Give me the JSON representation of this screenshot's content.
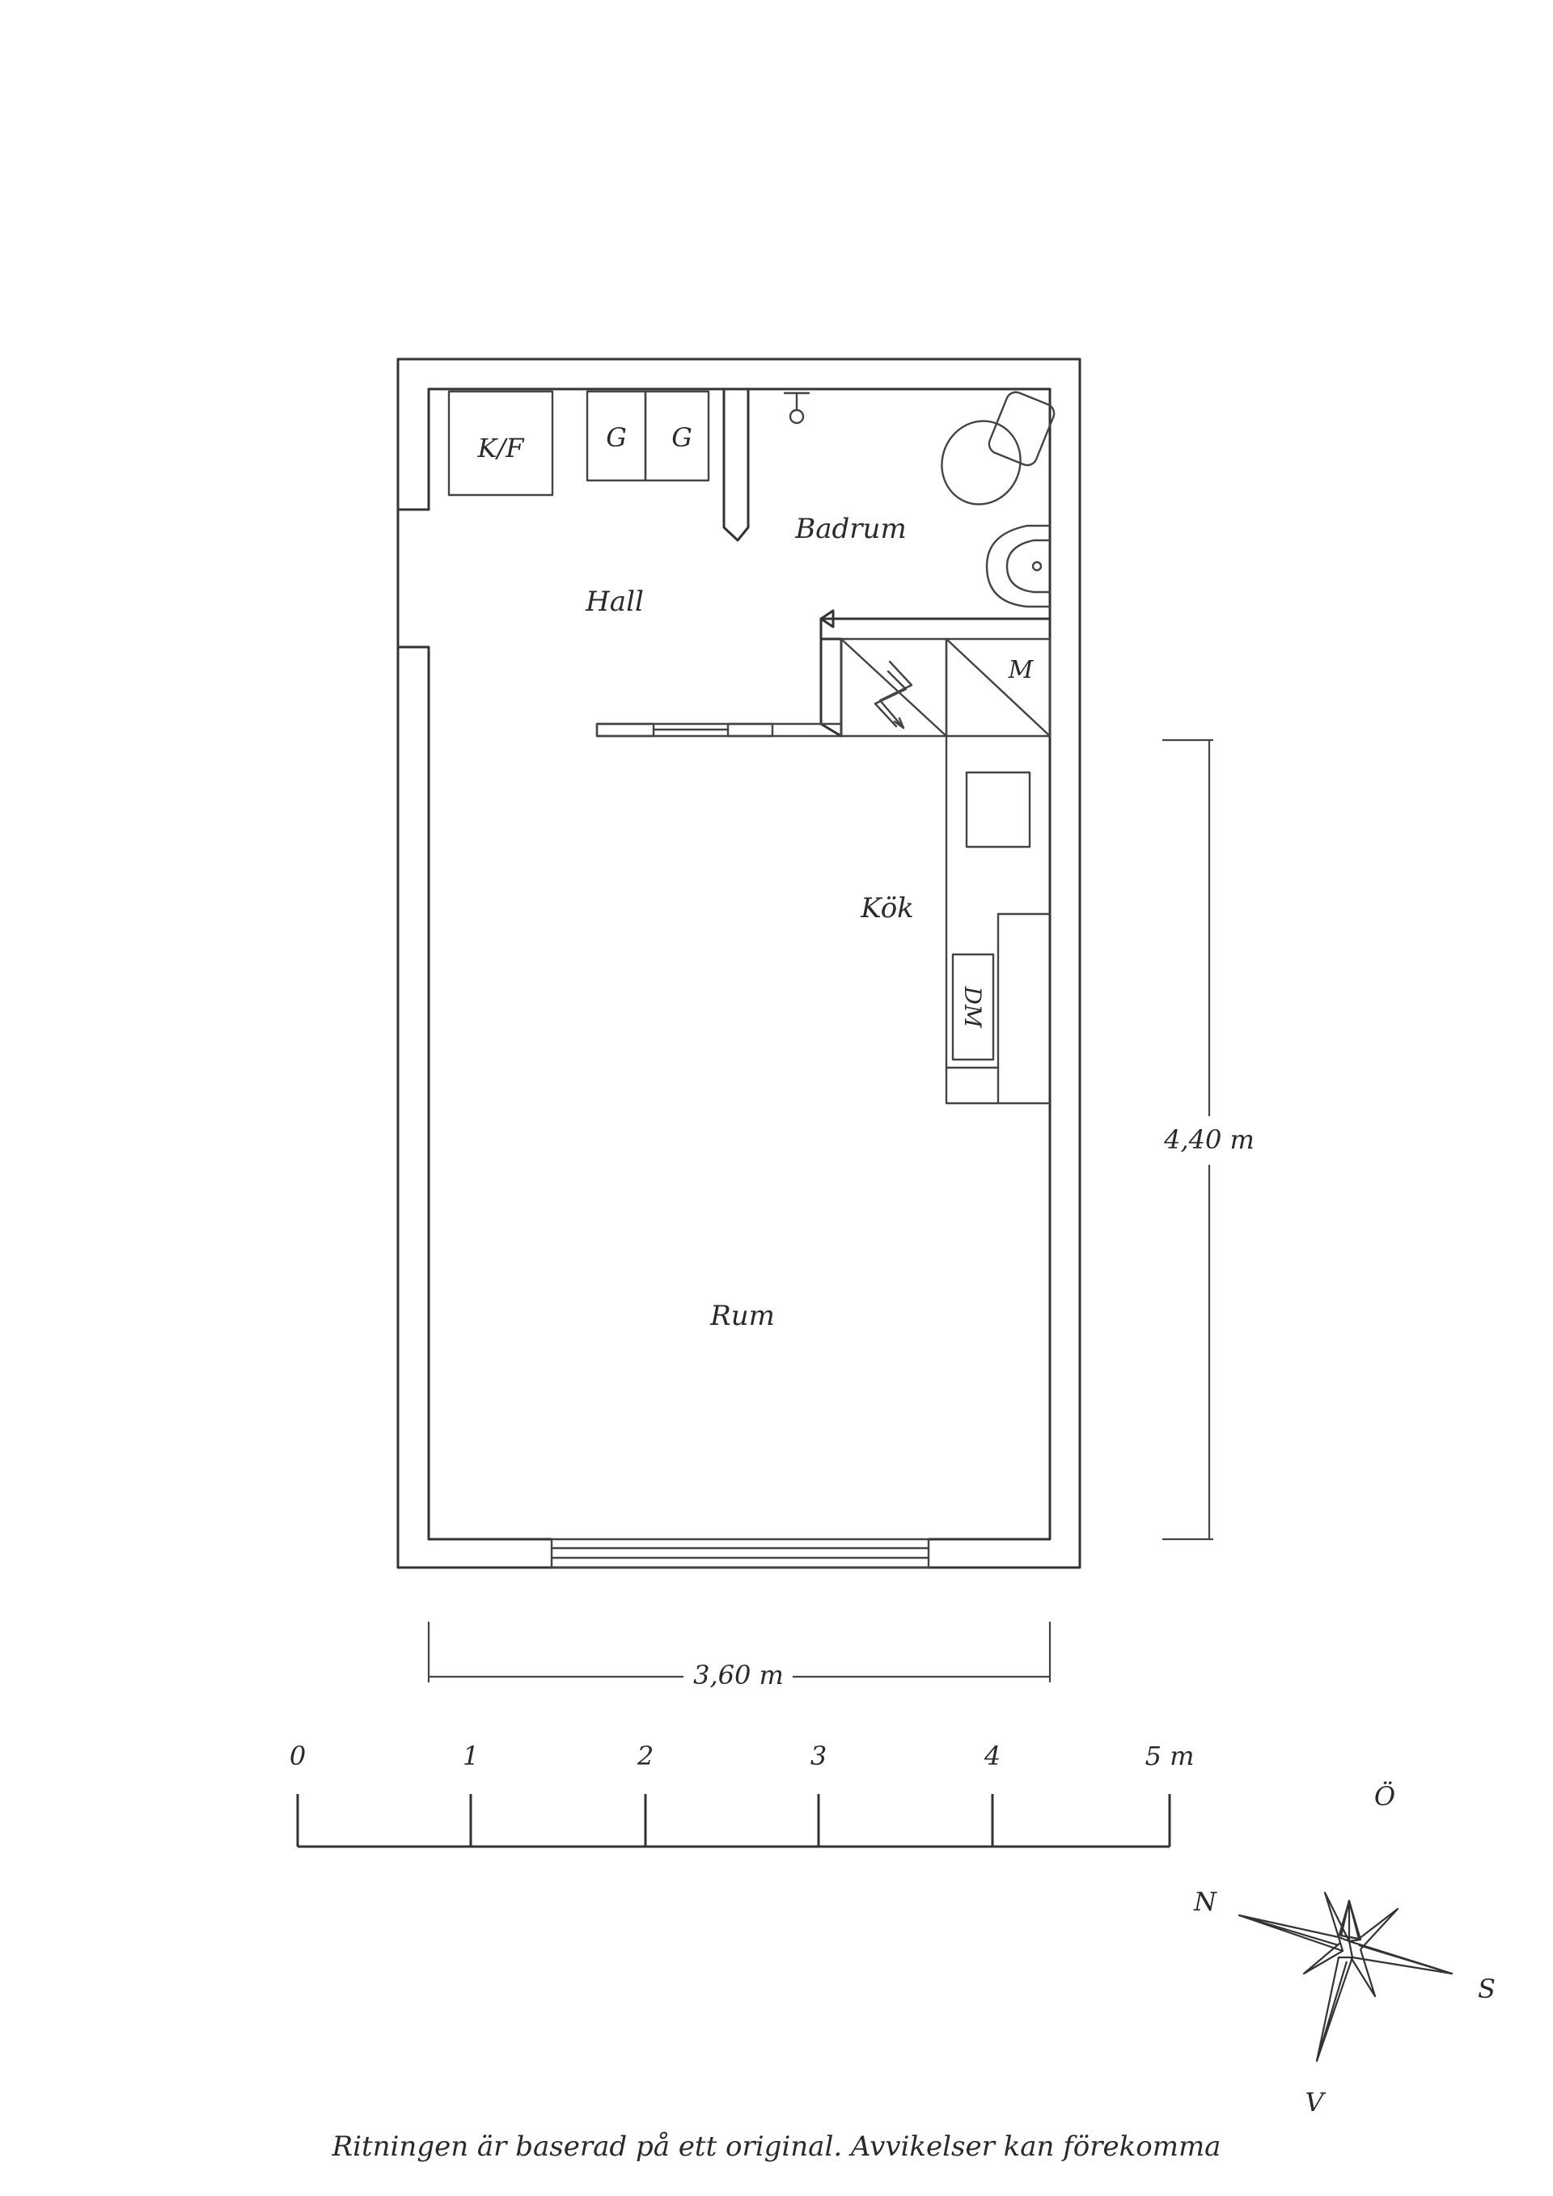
{
  "rooms": {
    "hall": "Hall",
    "badrum": "Badrum",
    "kok": "Kök",
    "rum": "Rum"
  },
  "fixtures": {
    "kf": "K/F",
    "g1": "G",
    "g2": "G",
    "m": "M",
    "dm": "DM"
  },
  "dimensions": {
    "height": "4,40 m",
    "width": "3,60 m"
  },
  "scale": {
    "ticks": [
      "0",
      "1",
      "2",
      "3",
      "4",
      "5 m"
    ]
  },
  "compass": {
    "north": "N",
    "east": "Ö",
    "south": "S",
    "west": "V"
  },
  "disclaimer": "Ritningen är baserad på ett original. Avvikelser kan förekomma"
}
